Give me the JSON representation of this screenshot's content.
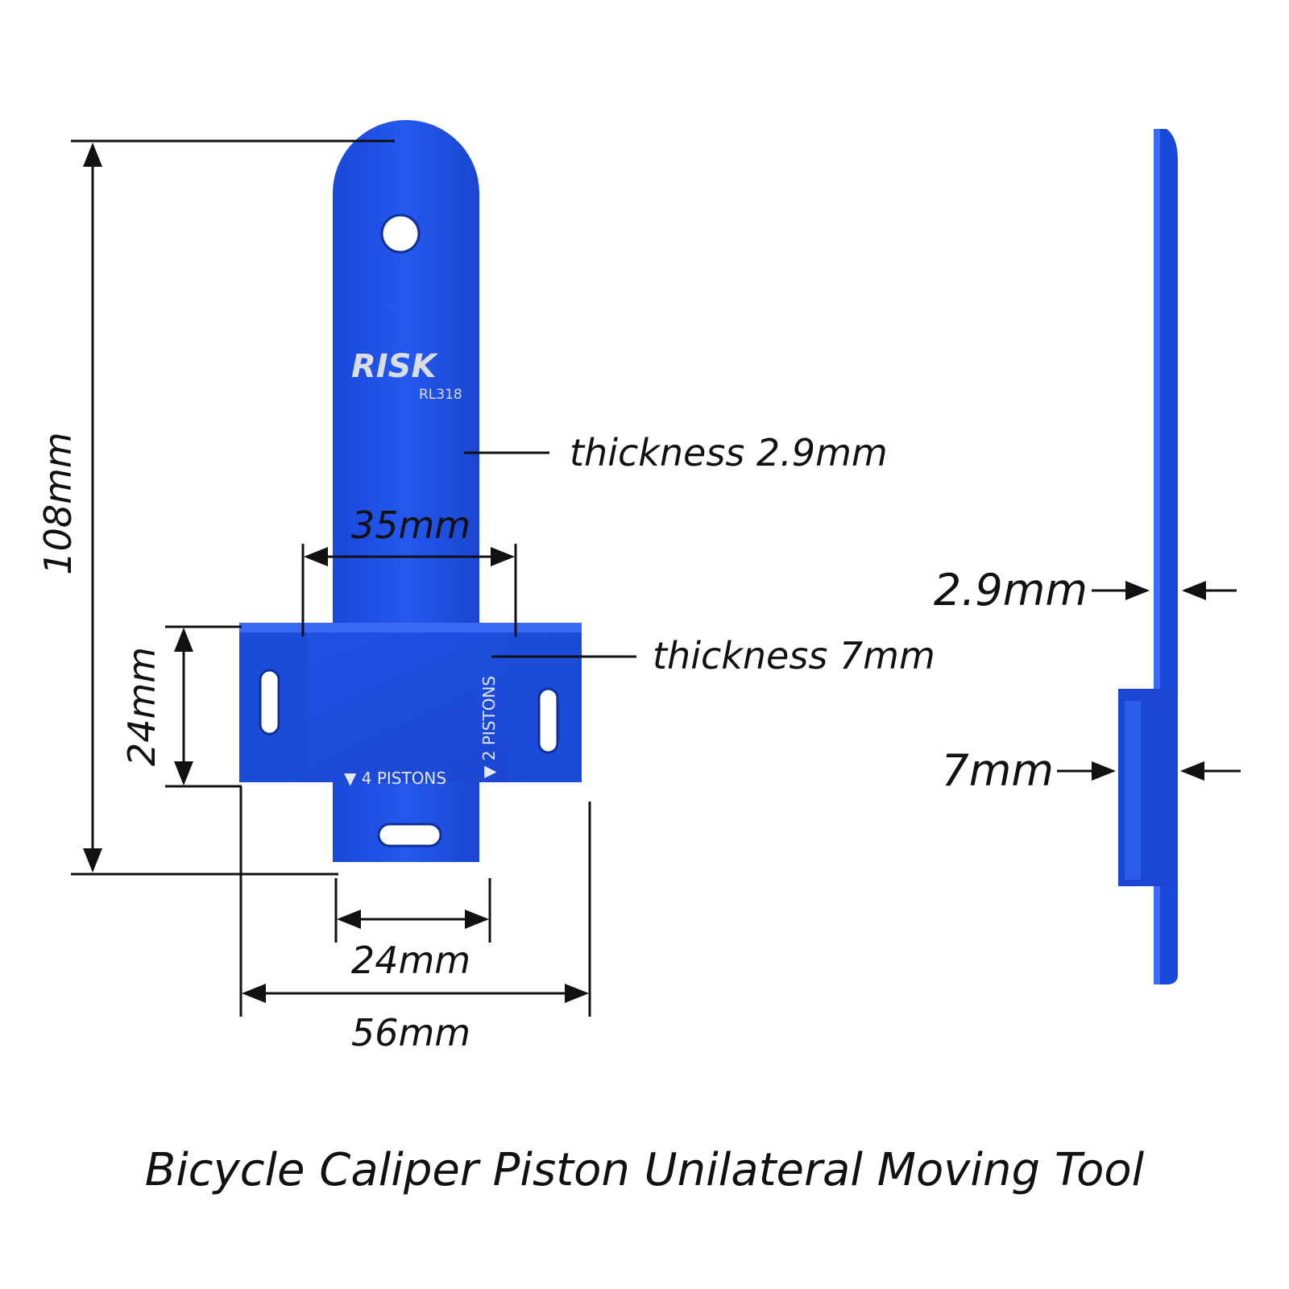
{
  "dimensions": {
    "height_total": "108mm",
    "width_slot": "35mm",
    "height_block": "24mm",
    "width_bottom_tab": "24mm",
    "width_total": "56mm"
  },
  "notes": {
    "plate_thickness": "thickness 2.9mm",
    "block_thickness": "thickness 7mm"
  },
  "side_view": {
    "plate_label": "2.9mm",
    "block_label": "7mm"
  },
  "tool": {
    "brand": "RISK",
    "model": "RL318",
    "engraving_4": "▼ 4 PISTONS",
    "engraving_2": "▼ 2 PISTONS",
    "color": "#1d4fe0"
  },
  "caption": "Bicycle Caliper Piston Unilateral Moving Tool"
}
